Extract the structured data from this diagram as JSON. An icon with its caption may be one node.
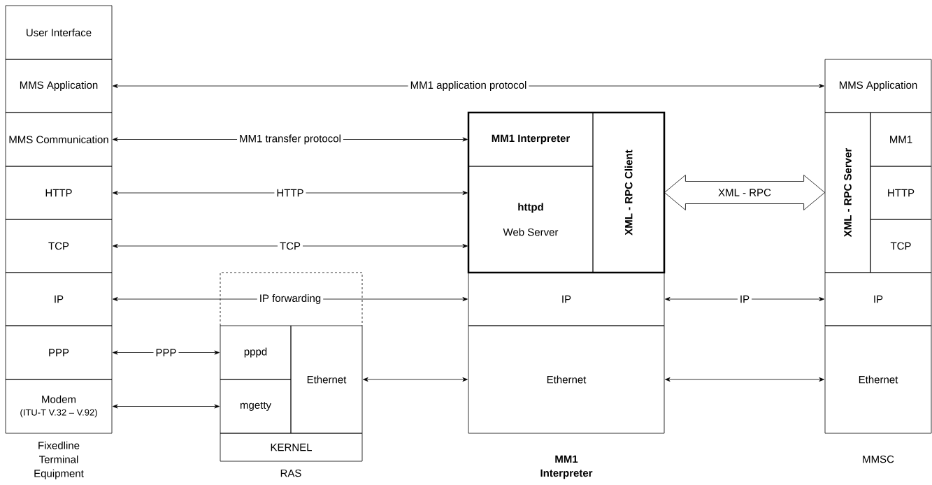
{
  "diagram": {
    "nodes": [
      {
        "text": [
          "User Interface"
        ]
      },
      {
        "text": [
          "MMS Application"
        ]
      },
      {
        "text": [
          "MMS Communication"
        ]
      },
      {
        "text": [
          "HTTP"
        ]
      },
      {
        "text": [
          "TCP"
        ]
      },
      {
        "text": [
          "IP"
        ]
      },
      {
        "text": [
          "PPP"
        ]
      },
      {
        "text": [
          "Modem",
          "(ITU-T V.32 – V.92)"
        ]
      },
      {
        "text": [
          "pppd"
        ]
      },
      {
        "text": [
          "mgetty"
        ]
      },
      {
        "text": [
          "Ethernet"
        ]
      },
      {
        "text": [
          "KERNEL"
        ]
      },
      {
        "text": [],
        "shape": "box"
      },
      {
        "text": [
          "MM1 Interpreter"
        ],
        "in": 12
      },
      {
        "text": [
          "httpd",
          "Web Server"
        ],
        "in": 12
      },
      {
        "text": [
          "XML - RPC Client"
        ],
        "in": 12
      },
      {
        "text": [
          "IP"
        ]
      },
      {
        "text": [
          "Ethernet"
        ]
      },
      {
        "text": [
          "MMS Application"
        ]
      },
      {
        "text": [
          "XML - RPC Server"
        ]
      },
      {
        "text": [
          "MM1"
        ]
      },
      {
        "text": [
          "HTTP"
        ]
      },
      {
        "text": [
          "TCP"
        ]
      },
      {
        "text": [
          "IP"
        ]
      },
      {
        "text": [
          "Ethernet"
        ]
      }
    ],
    "edges": [
      {
        "from": 1,
        "to": 18,
        "arrow": "both",
        "label": "MM1 application protocol"
      },
      {
        "from": 2,
        "to": 13,
        "arrow": "both",
        "label": "MM1 transfer protocol"
      },
      {
        "from": 3,
        "to": 14,
        "arrow": "both",
        "label": "HTTP"
      },
      {
        "from": 4,
        "to": 14,
        "arrow": "both",
        "label": "TCP"
      },
      {
        "from": 5,
        "to": 16,
        "arrow": "both",
        "label": "IP forwarding"
      },
      {
        "from": 6,
        "to": 8,
        "arrow": "both",
        "label": "PPP"
      },
      {
        "from": 7,
        "to": 9,
        "arrow": "both"
      },
      {
        "from": 10,
        "to": 17,
        "arrow": "both"
      },
      {
        "from": 15,
        "to": 19,
        "arrow": "both",
        "label": "XML - RPC"
      },
      {
        "from": 16,
        "to": 23,
        "arrow": "both",
        "label": "IP"
      },
      {
        "from": 17,
        "to": 24,
        "arrow": "both"
      }
    ],
    "labels": [
      "Fixedline Terminal Equipment",
      "RAS",
      "MM1 Interpreter",
      "MMSC"
    ]
  }
}
